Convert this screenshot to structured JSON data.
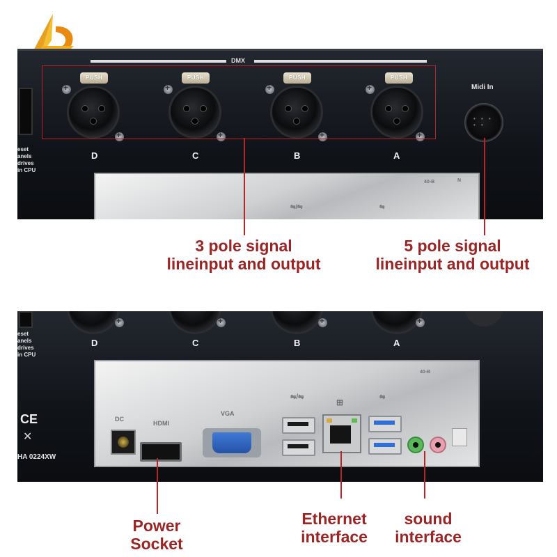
{
  "top_panel": {
    "dmx_label": "DMX",
    "midi_label": "Midi In",
    "connector_letters": [
      "D",
      "C",
      "B",
      "A"
    ],
    "push_labels": [
      "PUSH",
      "PUSH",
      "PUSH",
      "PUSH"
    ],
    "side_text": [
      "eset",
      "anels",
      "drives",
      "in CPU"
    ],
    "plate_marks": [
      "40-B",
      "N"
    ]
  },
  "bottom_panel": {
    "connector_letters": [
      "D",
      "C",
      "B",
      "A"
    ],
    "side_text": [
      "eset",
      "anels",
      "drives",
      "in CPU"
    ],
    "ce_mark": "CE",
    "model_text": "HA 0224XW",
    "port_labels": {
      "dc": "DC",
      "hdmi": "HDMI",
      "vga": "VGA",
      "plate_code": "40-B"
    }
  },
  "callouts": {
    "three_pole": [
      "3 pole signal",
      "lineinput and output"
    ],
    "five_pole": [
      "5 pole signal",
      "lineinput and output"
    ],
    "power": [
      "Power",
      "Socket"
    ],
    "ethernet": [
      "Ethernet",
      "interface"
    ],
    "sound": [
      "sound",
      "interface"
    ]
  },
  "colors": {
    "accent_red": "#9b2424",
    "box_red": "#b8242a",
    "panel": "#15181f",
    "usb3_blue": "#2f6fd6"
  }
}
